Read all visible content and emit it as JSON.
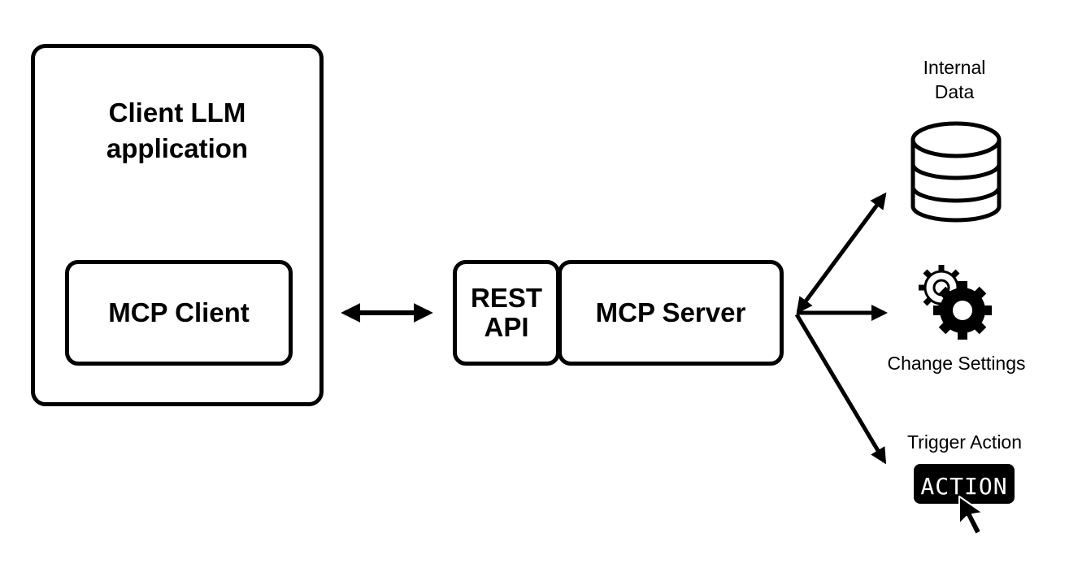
{
  "client_app": {
    "title": "Client LLM\napplication"
  },
  "mcp_client": {
    "label": "MCP Client"
  },
  "rest_api": {
    "label": "REST\nAPI"
  },
  "mcp_server": {
    "label": "MCP Server"
  },
  "targets": {
    "internal_data": {
      "label": "Internal\nData",
      "icon": "database-icon"
    },
    "change_settings": {
      "label": "Change Settings",
      "icon": "gears-icon"
    },
    "trigger_action": {
      "label": "Trigger Action",
      "icon": "action-button-icon",
      "button_text": "ACTION"
    }
  },
  "colors": {
    "stroke": "#000000",
    "background": "#ffffff"
  }
}
